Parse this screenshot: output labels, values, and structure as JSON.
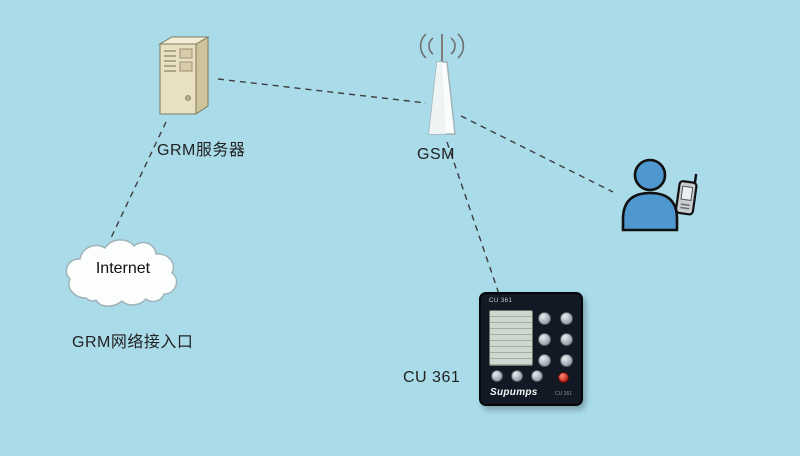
{
  "canvas": {
    "background": "#a9dbe9"
  },
  "nodes": {
    "server": {
      "icon": "server-tower-icon",
      "label": "GRM服务器"
    },
    "gsm": {
      "icon": "antenna-icon",
      "label": "GSM"
    },
    "internet": {
      "icon": "cloud-icon",
      "label": "Internet",
      "caption": "GRM网络接入口"
    },
    "user": {
      "icon": "person-with-phone-icon"
    },
    "cu361": {
      "icon": "controller-device-icon",
      "label": "CU 361",
      "brand": "Supumps",
      "model": "CU 361"
    }
  },
  "connectors": [
    {
      "from": "server",
      "to": "gsm",
      "style": "dashed"
    },
    {
      "from": "server",
      "to": "internet",
      "style": "dashed"
    },
    {
      "from": "gsm",
      "to": "user",
      "style": "dashed"
    },
    {
      "from": "gsm",
      "to": "cu361",
      "style": "dashed"
    }
  ],
  "colors": {
    "background": "#a9dbe9",
    "line": "#3d3d3d",
    "person": "#4f97cf"
  }
}
